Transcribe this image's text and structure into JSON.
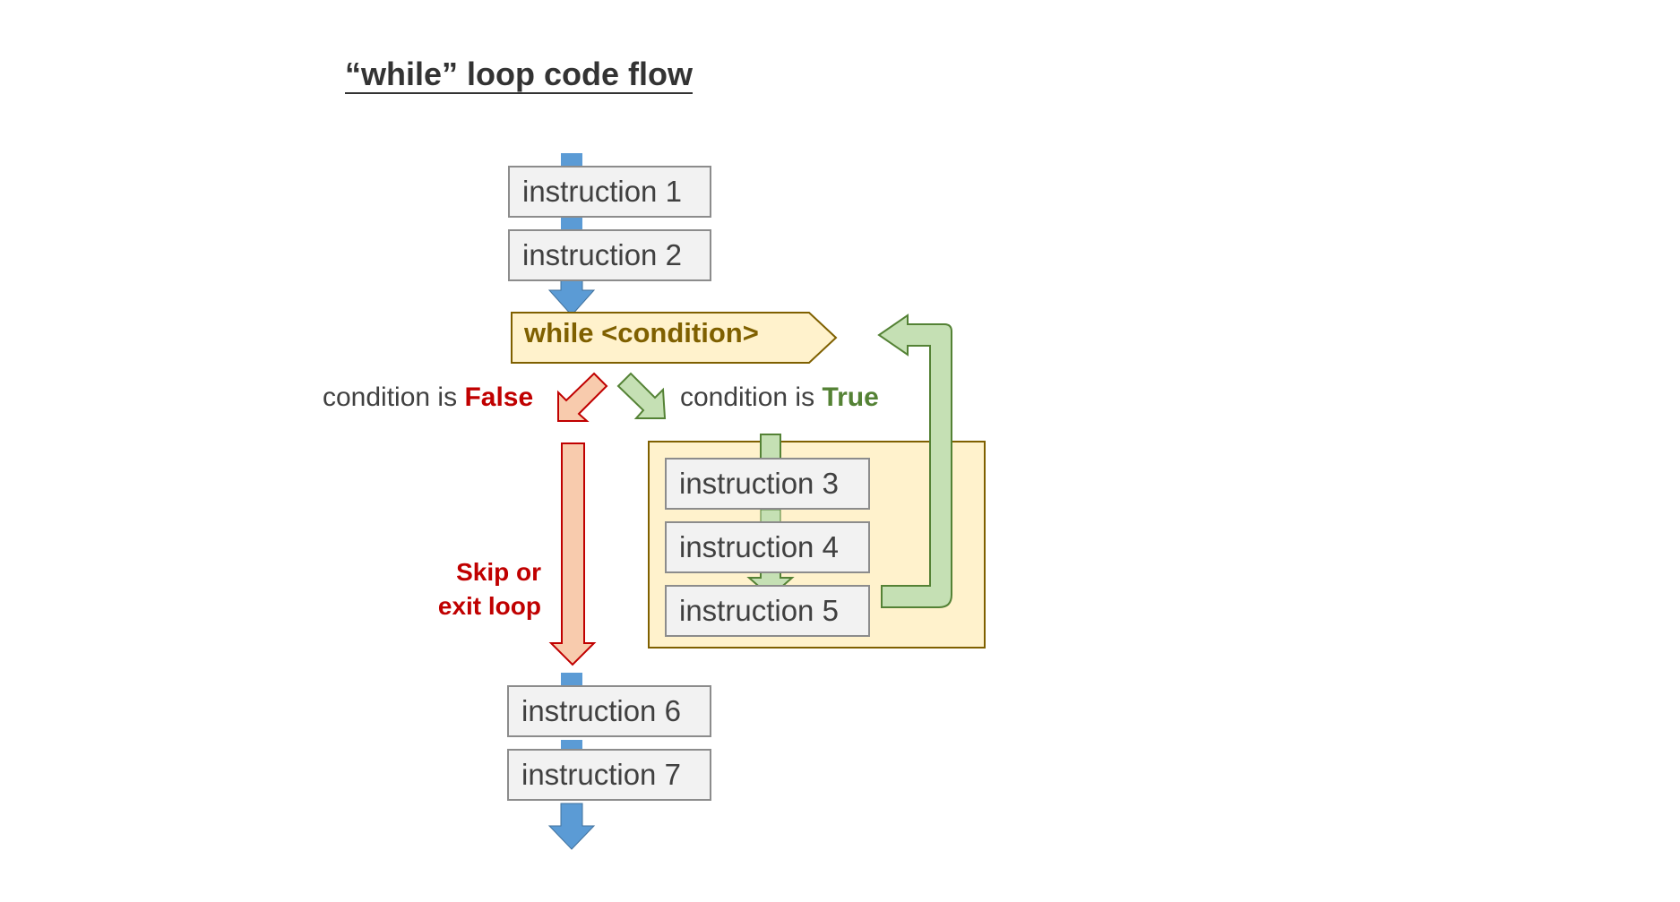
{
  "title": "“while” loop code flow",
  "instructions": {
    "i1": "instruction 1",
    "i2": "instruction 2",
    "i3": "instruction 3",
    "i4": "instruction 4",
    "i5": "instruction 5",
    "i6": "instruction 6",
    "i7": "instruction 7"
  },
  "while_label": "while <condition>",
  "false_branch": {
    "prefix": "condition is ",
    "value": "False"
  },
  "true_branch": {
    "prefix": "condition is ",
    "value": "True"
  },
  "skip_label": {
    "line1": "Skip or",
    "line2": "exit loop"
  },
  "colors": {
    "flow_blue": "#5b9bd5",
    "false_red": "#c00000",
    "false_fill": "#f8cbad",
    "true_green": "#548235",
    "true_fill": "#c5e0b4",
    "while_fill": "#fff2cc",
    "while_text": "#7f6000"
  }
}
